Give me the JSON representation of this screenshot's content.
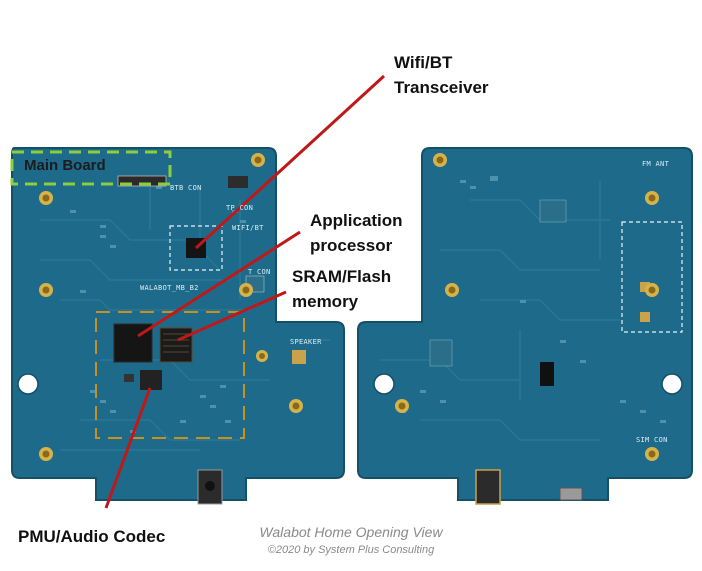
{
  "callouts": {
    "wifi_bt": "Wifi/BT\nTransceiver",
    "app_processor": "Application\nprocessor",
    "sram_flash": "SRAM/Flash\nmemory",
    "pmu_audio": "PMU/Audio Codec"
  },
  "board_label": "Main Board",
  "silkscreen": {
    "btb_con": "BTB CON",
    "tp_con": "TP CON",
    "wifi_bt": "WIFI/BT",
    "t_con": "T CON",
    "board_id": "WALABOT_MB_B2",
    "speaker": "SPEAKER",
    "fm_ant": "FM ANT",
    "sim_con": "SIM CON"
  },
  "caption": {
    "title": "Walabot Home Opening View",
    "copyright": "©2020 by System Plus Consulting"
  },
  "colors": {
    "pcb": "#1e6a8a",
    "pcb_dark": "#165670",
    "pcb_trace": "#2a7c9c",
    "callout_line": "#c01818",
    "board_outline": "#8ccf3c"
  }
}
